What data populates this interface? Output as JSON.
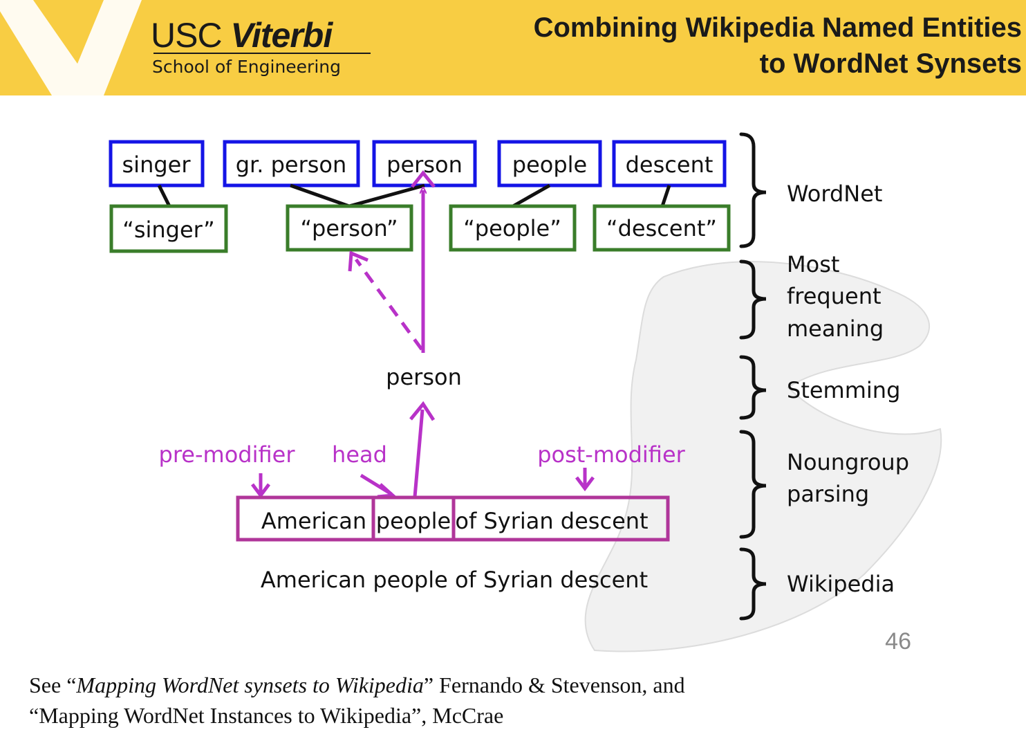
{
  "header": {
    "logo_line1_a": "USC",
    "logo_line1_b": "Viterbi",
    "logo_line2": "School of Engineering",
    "title_line1": "Combining Wikipedia Named Entities",
    "title_line2": "to WordNet Synsets"
  },
  "diagram": {
    "wordnet_synsets": [
      "singer",
      "gr. person",
      "person",
      "people",
      "descent"
    ],
    "wordnet_words": [
      "“singer”",
      "“person”",
      "“people”",
      "“descent”"
    ],
    "stem": "person",
    "parse_labels": {
      "pre": "pre-modifier",
      "head": "head",
      "post": "post-modifier"
    },
    "parse_chunks": [
      "American",
      "people",
      "of Syrian descent"
    ],
    "wikipedia_title": "American people of Syrian descent",
    "stages": [
      {
        "lines": [
          "WordNet"
        ]
      },
      {
        "lines": [
          "Most",
          "frequent",
          "meaning"
        ]
      },
      {
        "lines": [
          "Stemming"
        ]
      },
      {
        "lines": [
          "Noungroup",
          "parsing"
        ]
      },
      {
        "lines": [
          "Wikipedia"
        ]
      }
    ]
  },
  "page_number": "46",
  "citation": {
    "see": "See “",
    "paper1": "Mapping WordNet synsets to Wikipedia",
    "after1": "” Fernando & Stevenson, and",
    "line2": "“Mapping WordNet Instances to Wikipedia”, McCrae"
  },
  "colors": {
    "header_bg": "#f8cd43",
    "synset_border": "#1414e6",
    "word_border": "#3a7d2a",
    "parse_color": "#b832c8",
    "parse_box": "#b0369a"
  }
}
